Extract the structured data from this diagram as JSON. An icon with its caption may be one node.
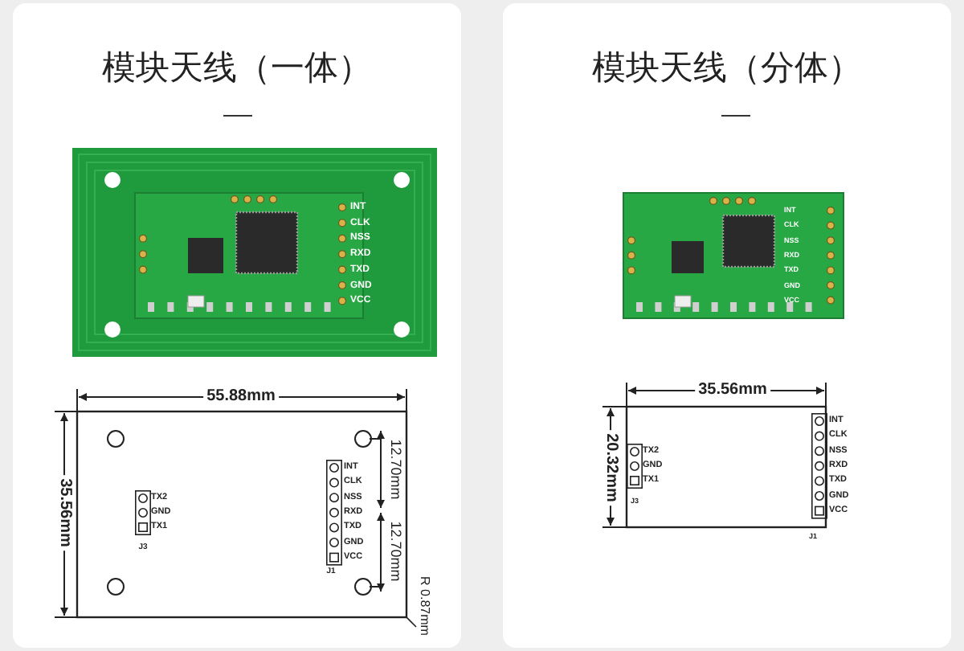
{
  "diagram": {
    "nodes": [
      {
        "text": [
          "模块天线（一体）"
        ]
      },
      {
        "text": [
          "模块天线（分体）"
        ]
      }
    ],
    "labels": [
      "INT",
      "CLK",
      "NSS",
      "RXD",
      "TXD",
      "GND",
      "VCC",
      "55.88mm",
      "35.56mm",
      "12.70mm",
      "12.70mm",
      "R 0.87mm",
      "TX2",
      "GND",
      "TX1",
      "J3",
      "INT",
      "CLK",
      "NSS",
      "RXD",
      "TXD",
      "GND",
      "VCC",
      "J1",
      "INT",
      "CLK",
      "NSS",
      "RXD",
      "TXD",
      "GND",
      "VCC",
      "35.56mm",
      "20.32mm",
      "TX2",
      "GND",
      "TX1",
      "J3",
      "INT",
      "CLK",
      "NSS",
      "RXD",
      "TXD",
      "GND",
      "VCC",
      "J1"
    ]
  }
}
